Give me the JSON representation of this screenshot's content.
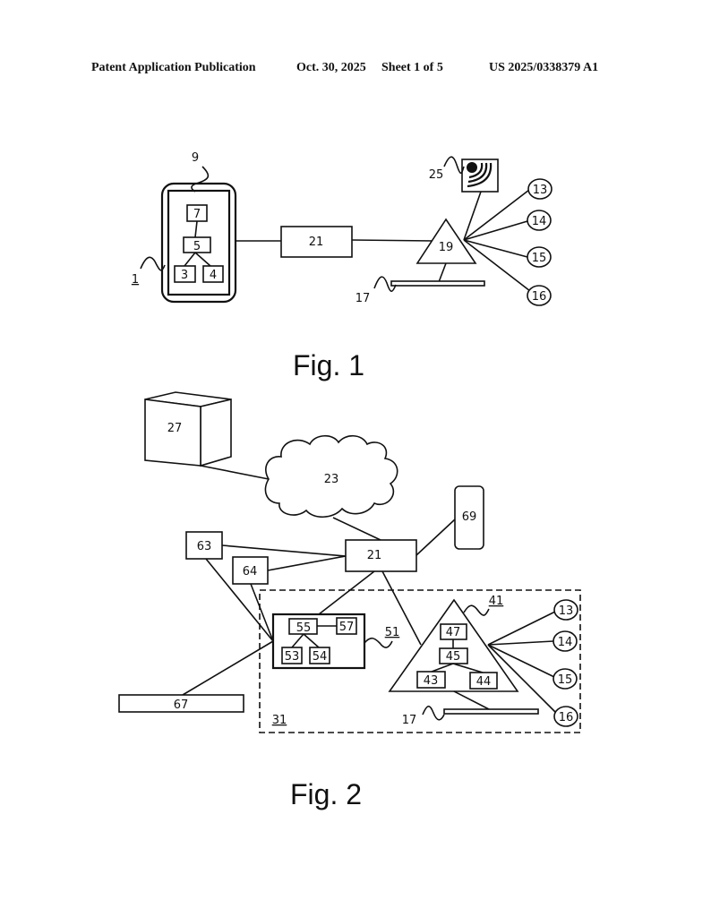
{
  "header": {
    "publication": "Patent Application Publication",
    "date": "Oct. 30, 2025",
    "sheet": "Sheet 1 of 5",
    "patent_number": "US 2025/0338379 A1"
  },
  "figure1": {
    "caption": "Fig. 1",
    "labels": {
      "device": "1",
      "device_lead": "9",
      "comp3": "3",
      "comp4": "4",
      "comp5": "5",
      "comp7": "7",
      "node21": "21",
      "hub19": "19",
      "base17": "17",
      "sensor25": "25",
      "end13": "13",
      "end14": "14",
      "end15": "15",
      "end16": "16"
    }
  },
  "figure2": {
    "caption": "Fig. 2",
    "labels": {
      "server27": "27",
      "cloud23": "23",
      "node21": "21",
      "device69": "69",
      "box63": "63",
      "box64": "64",
      "box67": "67",
      "group31": "31",
      "module51": "51",
      "c53": "53",
      "c54": "54",
      "c55": "55",
      "c57": "57",
      "hub41": "41",
      "c43": "43",
      "c44": "44",
      "c45": "45",
      "c47": "47",
      "base17": "17",
      "end13": "13",
      "end14": "14",
      "end15": "15",
      "end16": "16"
    }
  }
}
